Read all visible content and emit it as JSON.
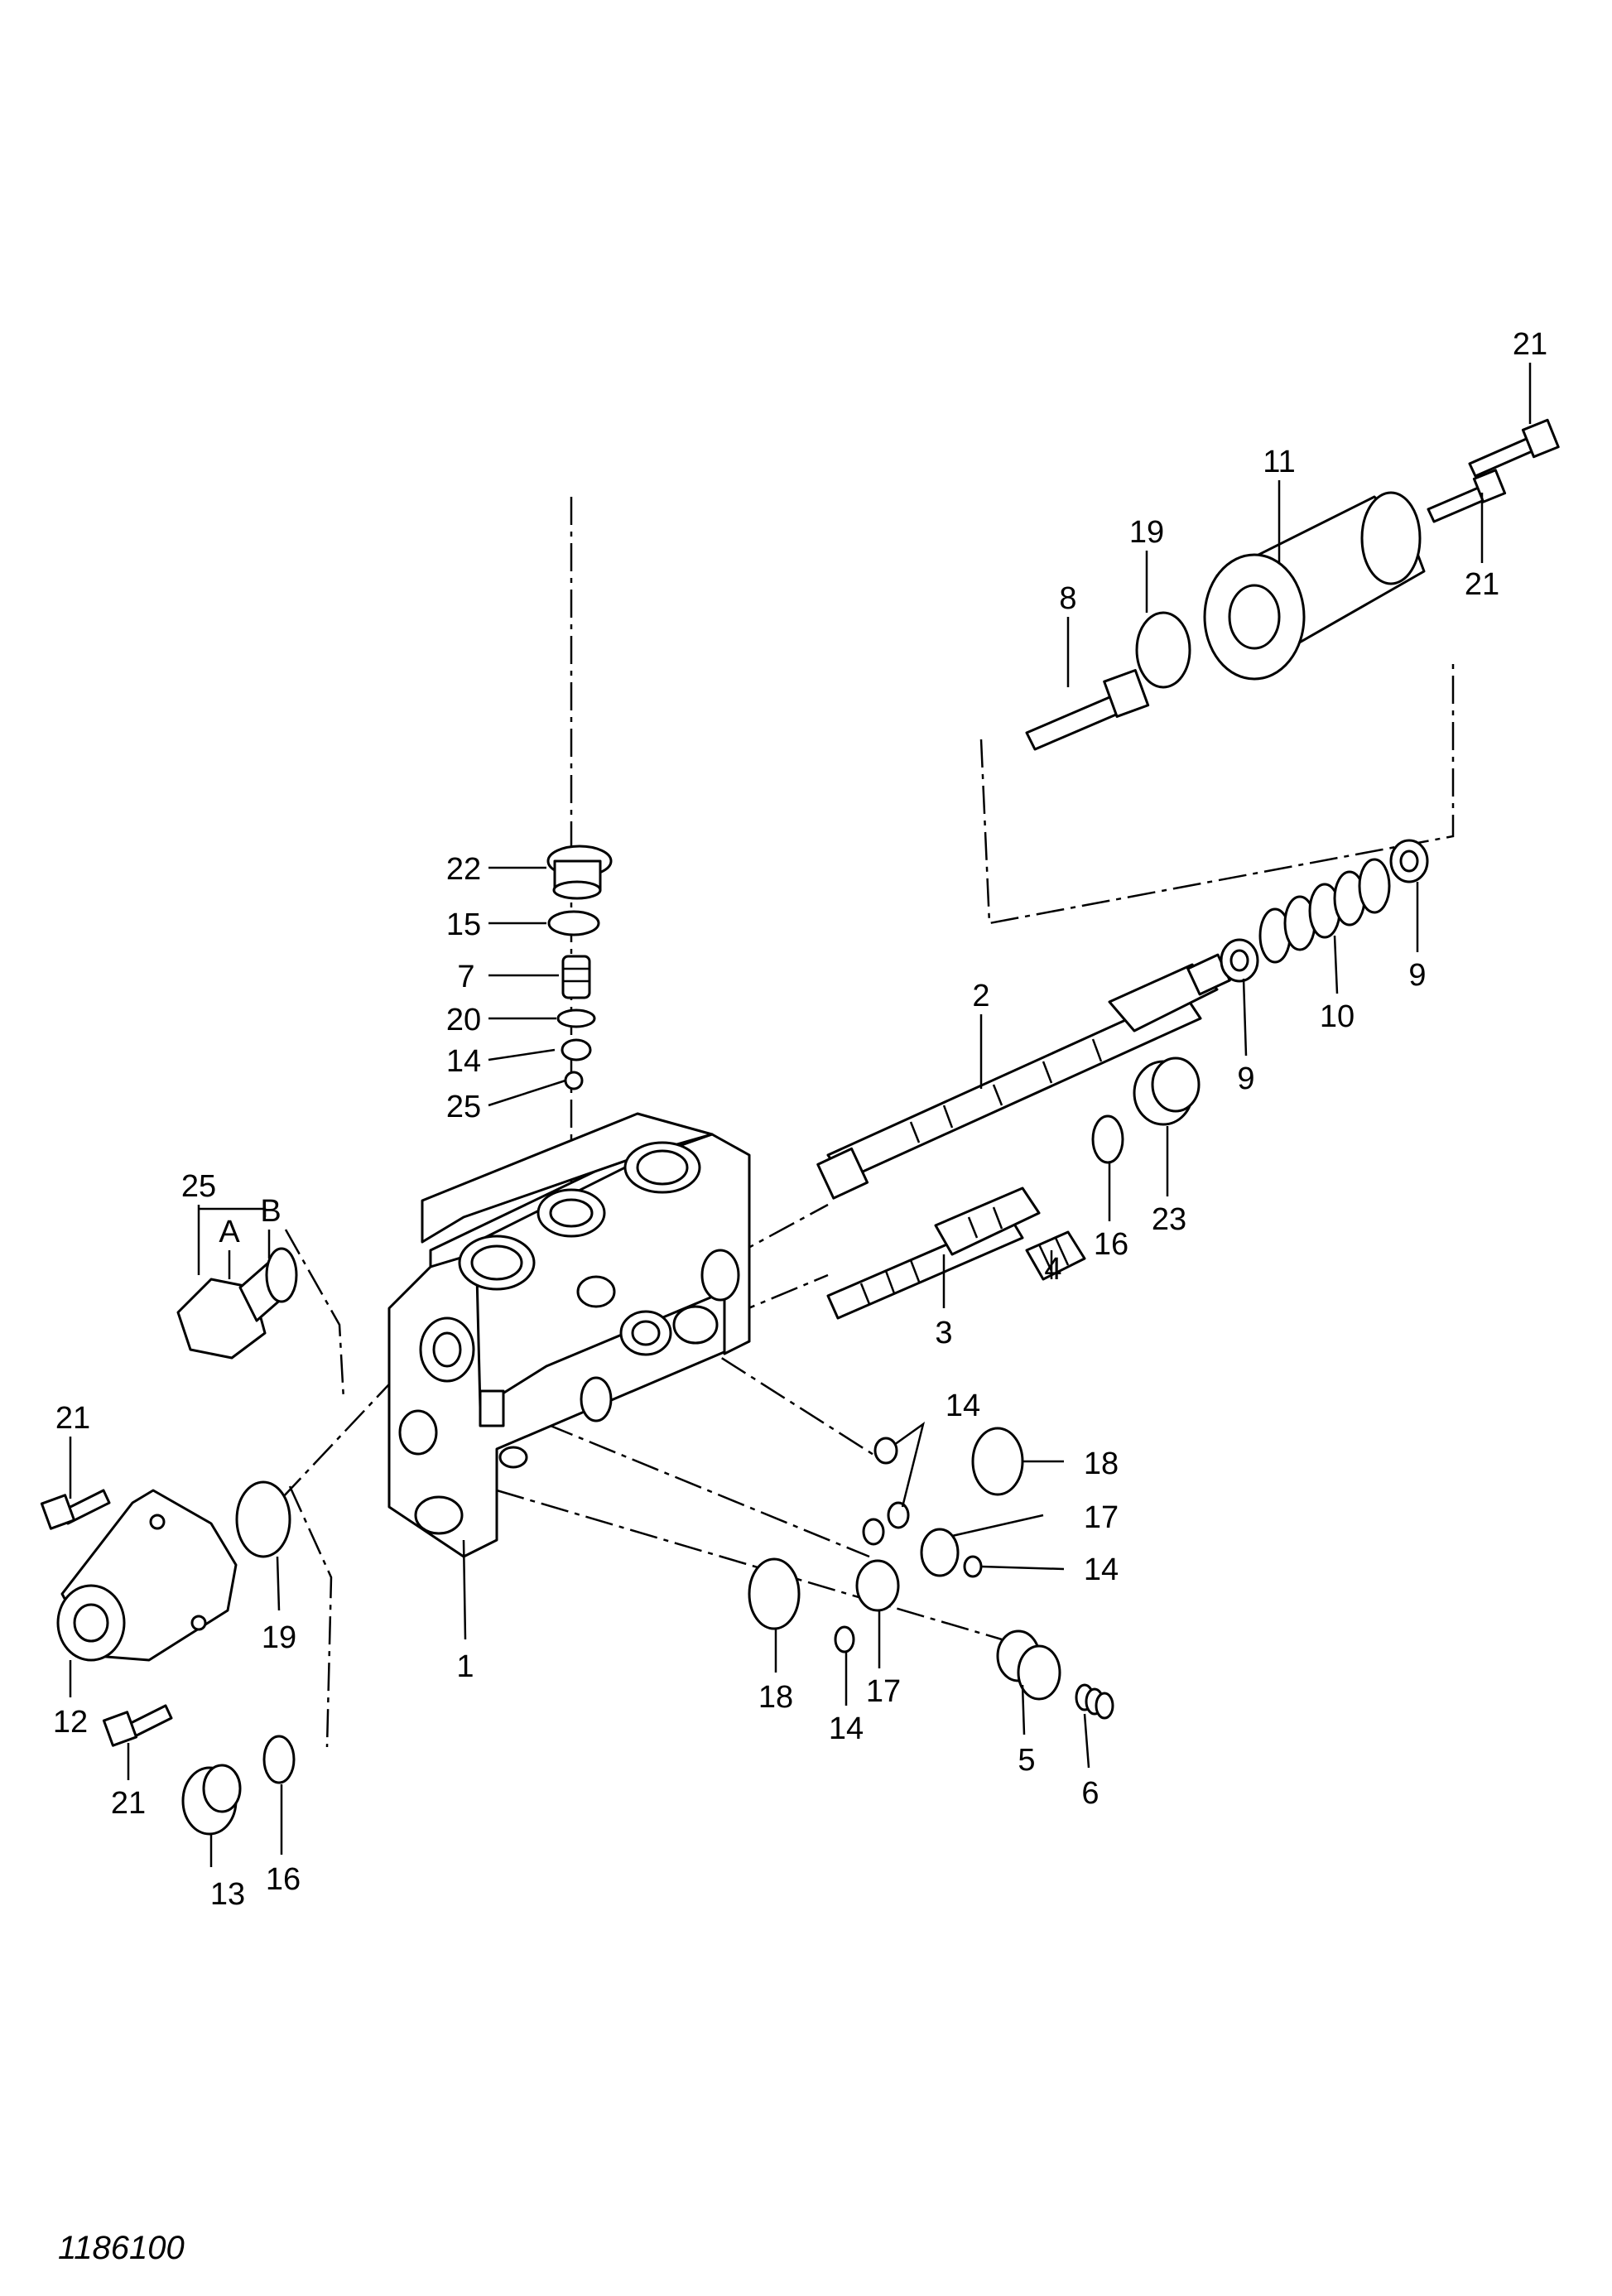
{
  "drawing_code": "1186100",
  "callouts": [
    {
      "id": "c21a",
      "text": "21"
    },
    {
      "id": "c11",
      "text": "11"
    },
    {
      "id": "c19a",
      "text": "19"
    },
    {
      "id": "c21b",
      "text": "21"
    },
    {
      "id": "c8",
      "text": "8"
    },
    {
      "id": "c22",
      "text": "22"
    },
    {
      "id": "c15",
      "text": "15"
    },
    {
      "id": "c7",
      "text": "7"
    },
    {
      "id": "c20",
      "text": "20"
    },
    {
      "id": "c14a",
      "text": "14"
    },
    {
      "id": "c25a",
      "text": "25"
    },
    {
      "id": "c2",
      "text": "2"
    },
    {
      "id": "c9a",
      "text": "9"
    },
    {
      "id": "c10",
      "text": "10"
    },
    {
      "id": "c9b",
      "text": "9"
    },
    {
      "id": "c25b",
      "text": "25"
    },
    {
      "id": "cA",
      "text": "A"
    },
    {
      "id": "cB",
      "text": "B"
    },
    {
      "id": "c16a",
      "text": "16"
    },
    {
      "id": "c23",
      "text": "23"
    },
    {
      "id": "c4",
      "text": "4"
    },
    {
      "id": "c3",
      "text": "3"
    },
    {
      "id": "c21c",
      "text": "21"
    },
    {
      "id": "c14b",
      "text": "14"
    },
    {
      "id": "c18a",
      "text": "18"
    },
    {
      "id": "c17a",
      "text": "17"
    },
    {
      "id": "c14c",
      "text": "14"
    },
    {
      "id": "c19b",
      "text": "19"
    },
    {
      "id": "c1",
      "text": "1"
    },
    {
      "id": "c18b",
      "text": "18"
    },
    {
      "id": "c17b",
      "text": "17"
    },
    {
      "id": "c12",
      "text": "12"
    },
    {
      "id": "c14d",
      "text": "14"
    },
    {
      "id": "c5",
      "text": "5"
    },
    {
      "id": "c6",
      "text": "6"
    },
    {
      "id": "c21d",
      "text": "21"
    },
    {
      "id": "c13",
      "text": "13"
    },
    {
      "id": "c16b",
      "text": "16"
    }
  ]
}
